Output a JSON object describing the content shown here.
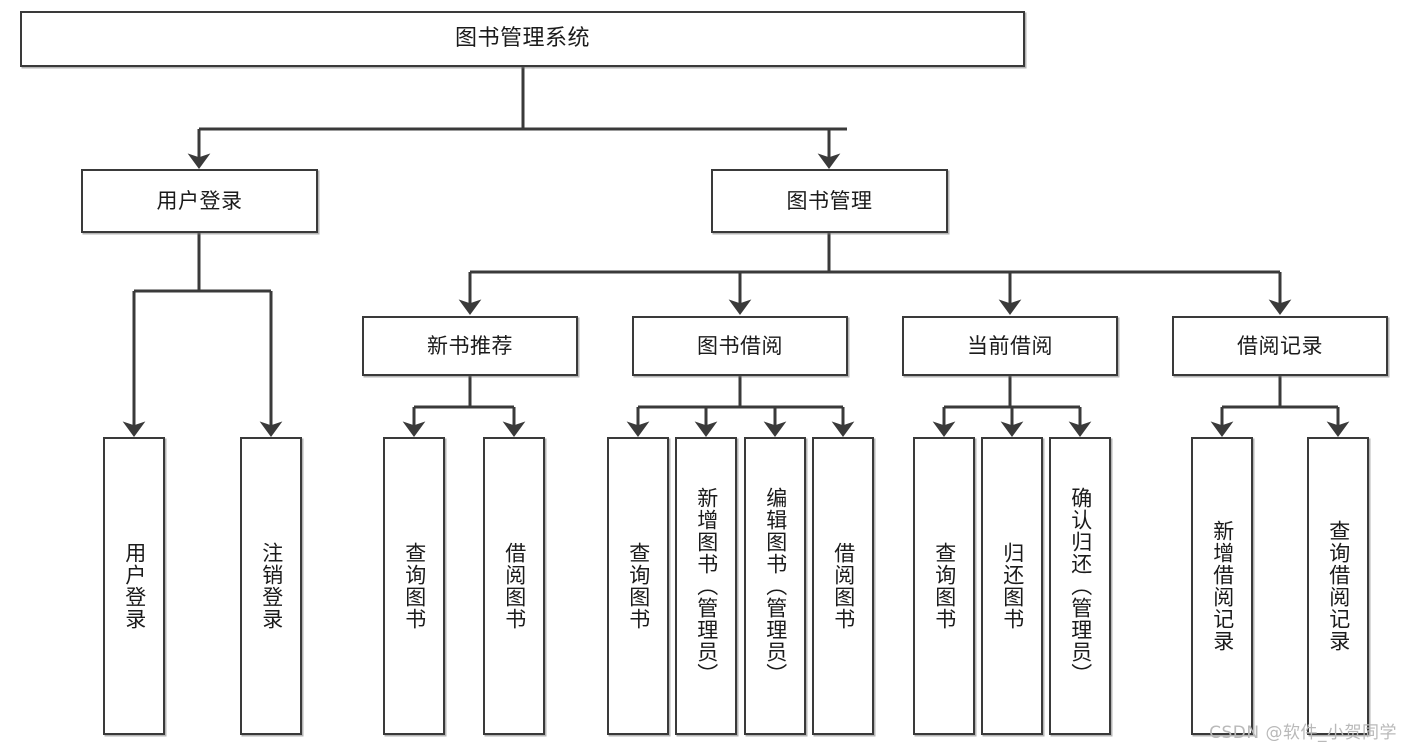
{
  "diagram": {
    "title": "图书管理系统",
    "type": "tree",
    "orientation": "top-down",
    "colors": {
      "box_border": "#3a3a3a",
      "box_fill": "#ffffff",
      "connector": "#3a3a3a",
      "text": "#1b1b1b",
      "watermark": "#b9b9b9"
    },
    "watermark": "CSDN @软件_小贺同学",
    "levels": {
      "root": {
        "label": "图书管理系统"
      },
      "level2": [
        {
          "label": "用户登录"
        },
        {
          "label": "图书管理"
        }
      ],
      "level3": [
        {
          "label": "新书推荐",
          "parent": "图书管理"
        },
        {
          "label": "图书借阅",
          "parent": "图书管理"
        },
        {
          "label": "当前借阅",
          "parent": "图书管理"
        },
        {
          "label": "借阅记录",
          "parent": "图书管理"
        }
      ],
      "leaves": {
        "user_login": [
          {
            "label": "用户登录"
          },
          {
            "label": "注销登录"
          }
        ],
        "new_book_recommend": [
          {
            "label": "查询图书"
          },
          {
            "label": "借阅图书"
          }
        ],
        "book_borrow": [
          {
            "label": "查询图书"
          },
          {
            "label": "新增图书（管理员）"
          },
          {
            "label": "编辑图书（管理员）"
          },
          {
            "label": "借阅图书"
          }
        ],
        "current_borrow": [
          {
            "label": "查询图书"
          },
          {
            "label": "归还图书"
          },
          {
            "label": "确认归还（管理员）"
          }
        ],
        "borrow_record": [
          {
            "label": "新增借阅记录"
          },
          {
            "label": "查询借阅记录"
          }
        ]
      }
    }
  }
}
